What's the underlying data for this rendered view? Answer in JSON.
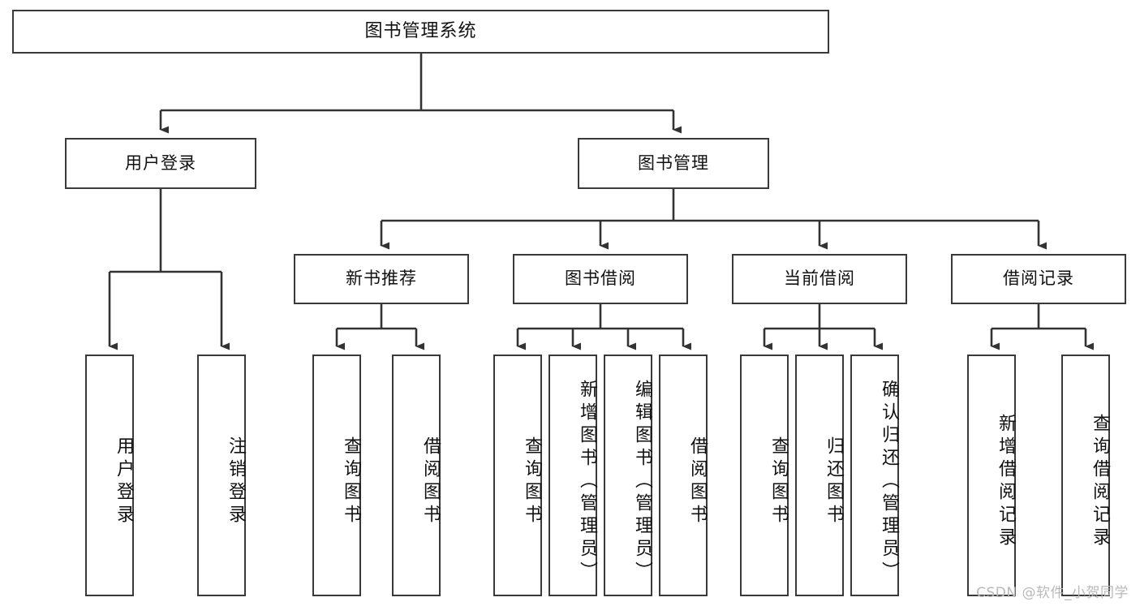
{
  "diagram": {
    "type": "tree",
    "title": "图书管理系统",
    "colors": {
      "border": "#3a3a3a",
      "edge": "#333333",
      "background": "#ffffff",
      "text": "#111111",
      "watermark": "#b9b9b9"
    },
    "root": {
      "label": "图书管理系统"
    },
    "level2": [
      {
        "label": "用户登录"
      },
      {
        "label": "图书管理"
      }
    ],
    "level3": [
      {
        "label": "新书推荐"
      },
      {
        "label": "图书借阅"
      },
      {
        "label": "当前借阅"
      },
      {
        "label": "借阅记录"
      }
    ],
    "leaves": {
      "user_login": [
        {
          "label": "用户登录"
        },
        {
          "label": "注销登录"
        }
      ],
      "new_book": [
        {
          "label": "查询图书"
        },
        {
          "label": "借阅图书"
        }
      ],
      "book_borrow": [
        {
          "label": "查询图书"
        },
        {
          "label": "新增图书（管理员）"
        },
        {
          "label": "编辑图书（管理员）"
        },
        {
          "label": "借阅图书"
        }
      ],
      "current_borrow": [
        {
          "label": "查询图书"
        },
        {
          "label": "归还图书"
        },
        {
          "label": "确认归还（管理员）"
        }
      ],
      "borrow_record": [
        {
          "label": "新增借阅记录"
        },
        {
          "label": "查询借阅记录"
        }
      ]
    },
    "watermark": "CSDN @软件_小贺同学"
  }
}
